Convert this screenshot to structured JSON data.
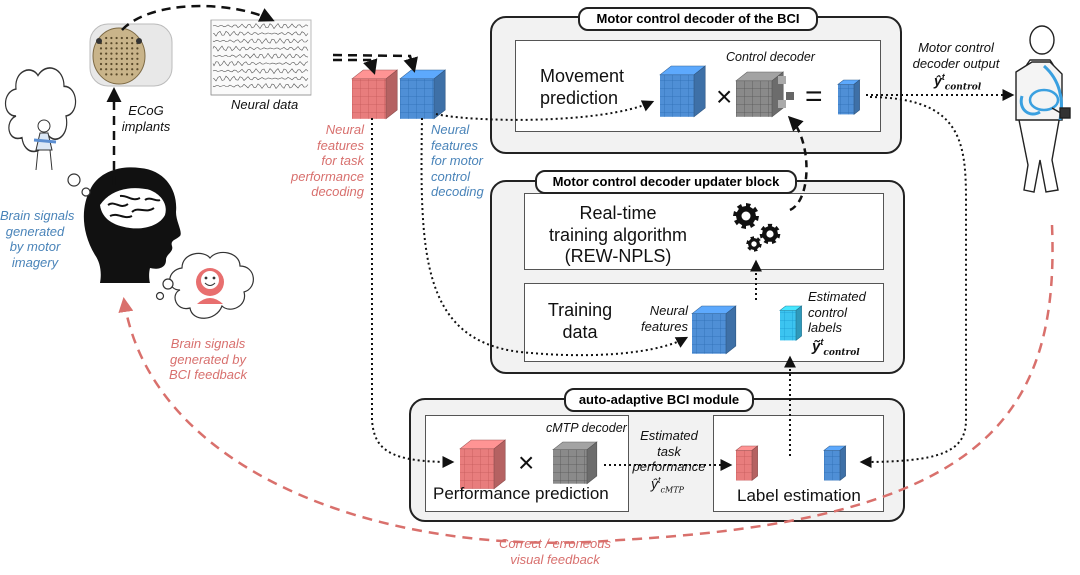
{
  "blocks": {
    "motor_decoder": {
      "title": "Motor control decoder of the BCI",
      "movement_prediction": "Movement\nprediction",
      "control_decoder_label": "Control decoder"
    },
    "updater": {
      "title": "Motor control decoder updater block",
      "algorithm": "Real-time\ntraining algorithm\n(REW-NPLS)",
      "training_data": "Training\ndata",
      "neural_features": "Neural\nfeatures",
      "estimated_labels": "Estimated\ncontrol\nlabels"
    },
    "auto_adaptive": {
      "title": "auto-adaptive BCI module",
      "cmtp_decoder": "cMTP decoder",
      "performance_prediction": "Performance prediction",
      "estimated_task_performance": "Estimated\ntask\nperformance",
      "label_estimation": "Label estimation"
    }
  },
  "left": {
    "ecog_implants": "ECoG\nimplants",
    "neural_data": "Neural data",
    "brain_signals_motor": "Brain signals\ngenerated\nby motor\nimagery",
    "brain_signals_feedback": "Brain signals\ngenerated by\nBCI feedback",
    "neural_features_task": "Neural\nfeatures\nfor task\nperformance\ndecoding",
    "neural_features_motor": "Neural\nfeatures\nfor motor\ncontrol\ndecoding"
  },
  "right": {
    "decoder_output": "Motor control\ndecoder output"
  },
  "bottom": {
    "feedback": "Correct / erroneous\nvisual feedback"
  },
  "symbols": {
    "y_control_output": "ŷ",
    "y_control_sup": "t",
    "y_control_sub": "control",
    "y_tilde": "ỹ",
    "y_cmtp": "ŷ",
    "y_cmtp_sub": "cMTP",
    "times": "×",
    "equals": "="
  },
  "colors": {
    "blue_cube": "#4f8fd6",
    "red_cube": "#e87d7d",
    "gray_cube": "#8a8a8a",
    "cyan_cube": "#3cc4f0",
    "blue_text": "#4a84b9",
    "red_text": "#d8706e",
    "feedback_arrow": "#d9706c"
  },
  "icons": [
    "brain-head-icon",
    "ecog-implant-icon",
    "exoskeleton-icon",
    "gears-icon",
    "thought-cloud-icon",
    "face-icon"
  ]
}
